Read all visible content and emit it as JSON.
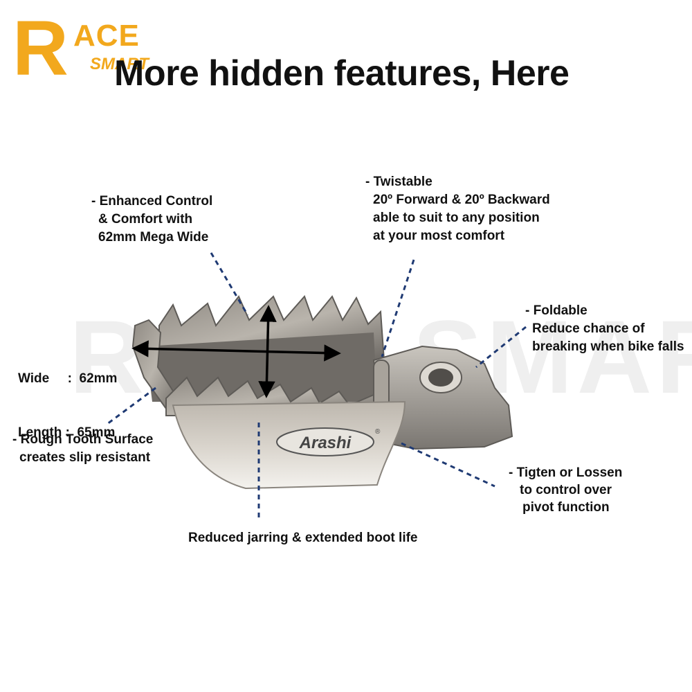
{
  "logo": {
    "letter": "R",
    "top": "ACE",
    "bottom": "SMART",
    "gold": "#F2A81D"
  },
  "title": "More hidden features, Here",
  "watermark": "RACE SMART",
  "product_brand": "Arashi",
  "registered_mark": "®",
  "annotations": {
    "enhanced": [
      "- Enhanced Control",
      "& Comfort with",
      "62mm Mega Wide"
    ],
    "twistable": [
      "- Twistable",
      "20º Forward & 20º Backward",
      "able to suit to any position",
      "at your most comfort"
    ],
    "foldable": [
      "- Foldable",
      "Reduce chance of",
      "breaking when bike falls"
    ],
    "dimensions": [
      "Wide     :  62mm",
      "Length :  65mm"
    ],
    "rough": [
      "- Rough Tooth Surface",
      "creates slip resistant"
    ],
    "tighten": [
      "- Tigten or Lossen",
      "to control over",
      "pivot function"
    ],
    "reduced": [
      "Reduced jarring & extended boot life"
    ]
  },
  "colors": {
    "leader": "#1f3a73",
    "metal": "#a8a29a",
    "metal_dark": "#5e5b57"
  }
}
